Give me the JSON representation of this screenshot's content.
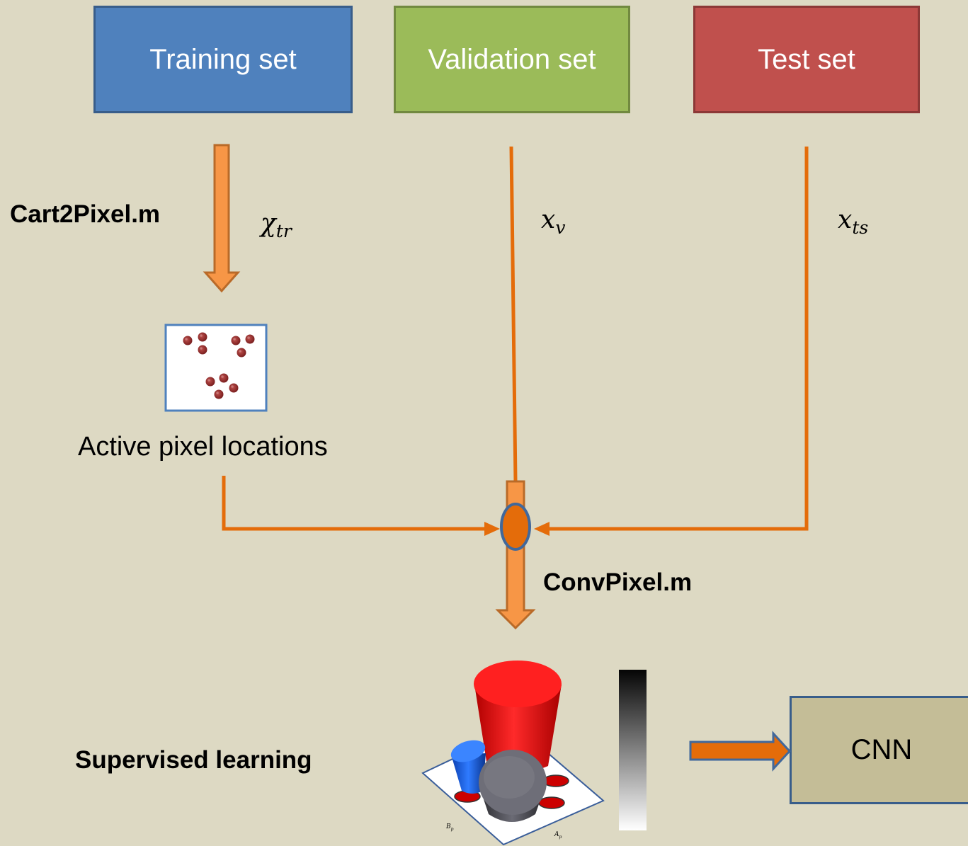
{
  "boxes": {
    "training": "Training set",
    "validation": "Validation set",
    "test": "Test set",
    "cnn": "CNN"
  },
  "labels": {
    "cart2pixel": "Cart2Pixel.m",
    "conv_pixel": "ConvPixel.m",
    "supervised": "Supervised learning",
    "active_pixels": "Active pixel locations"
  },
  "math": {
    "chi_tr": {
      "base": "χ",
      "sub": "tr"
    },
    "x_v": {
      "base": "x",
      "sub": "v"
    },
    "x_ts": {
      "base": "x",
      "sub": "ts"
    }
  },
  "plot_axes": {
    "a": "A",
    "a_sub": "p",
    "b": "B",
    "b_sub": "p"
  },
  "colors": {
    "background": "#ddd9c3",
    "training": "#4f81bd",
    "validation": "#9bbb59",
    "test": "#c0504d",
    "cnn": "#c4bd97",
    "arrow": "#e46c0a",
    "arrow_fill": "#f79646"
  }
}
